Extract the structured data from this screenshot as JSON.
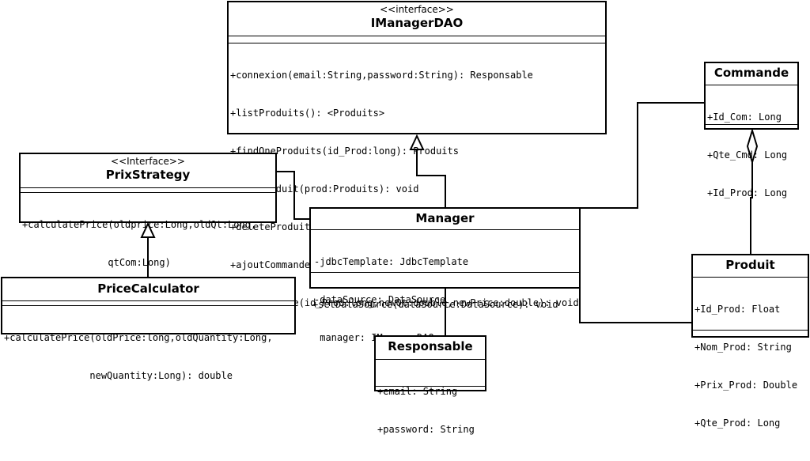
{
  "classes": {
    "imanagerdao": {
      "stereotype": "<<interface>>",
      "name": "IManagerDAO",
      "methods": [
        "+connexion(email:String,password:String): Responsable",
        "+listProduits(): <Produits>",
        "+findOneProduits(id_Prod:long): Produits",
        "+saveProduit(prod:Produits): void",
        "+deleteProduit(id_Prod:long): void",
        "+ajoutCommande(commande:Commandes): void",
        "+updatePrice(id_Prod:long,newQt:double,newPrice:double): void"
      ]
    },
    "prixstrategy": {
      "stereotype": "<<Interface>>",
      "name": "PrixStrategy",
      "methods": [
        "+calculatePrice(oldprice:Long,oldQt:Long,",
        "               qtCom:Long)"
      ]
    },
    "pricecalculator": {
      "name": "PriceCalculator",
      "methods": [
        "+calculatePrice(oldPrice:long,oldQuantity:Long,",
        "               newQuantity:Long): double"
      ]
    },
    "manager": {
      "name": "Manager",
      "attributes": [
        "-jdbcTemplate: JdbcTemplate",
        "-dataSource: DataSource",
        " manager: IManagerDAO"
      ],
      "methods": [
        "+setDataSource(dataSource:DataSource): void"
      ]
    },
    "responsable": {
      "name": "Responsable",
      "attributes": [
        "+email: String",
        "+password: String"
      ]
    },
    "commande": {
      "name": "Commande",
      "attributes": [
        "+Id_Com: Long",
        "+Qte_Cmd: Long",
        "+Id_Prod: Long"
      ]
    },
    "produit": {
      "name": "Produit",
      "attributes": [
        "+Id_Prod: Float",
        "+Nom_Prod: String",
        "+Prix_Prod: Double",
        "+Qte_Prod: Long"
      ]
    }
  }
}
